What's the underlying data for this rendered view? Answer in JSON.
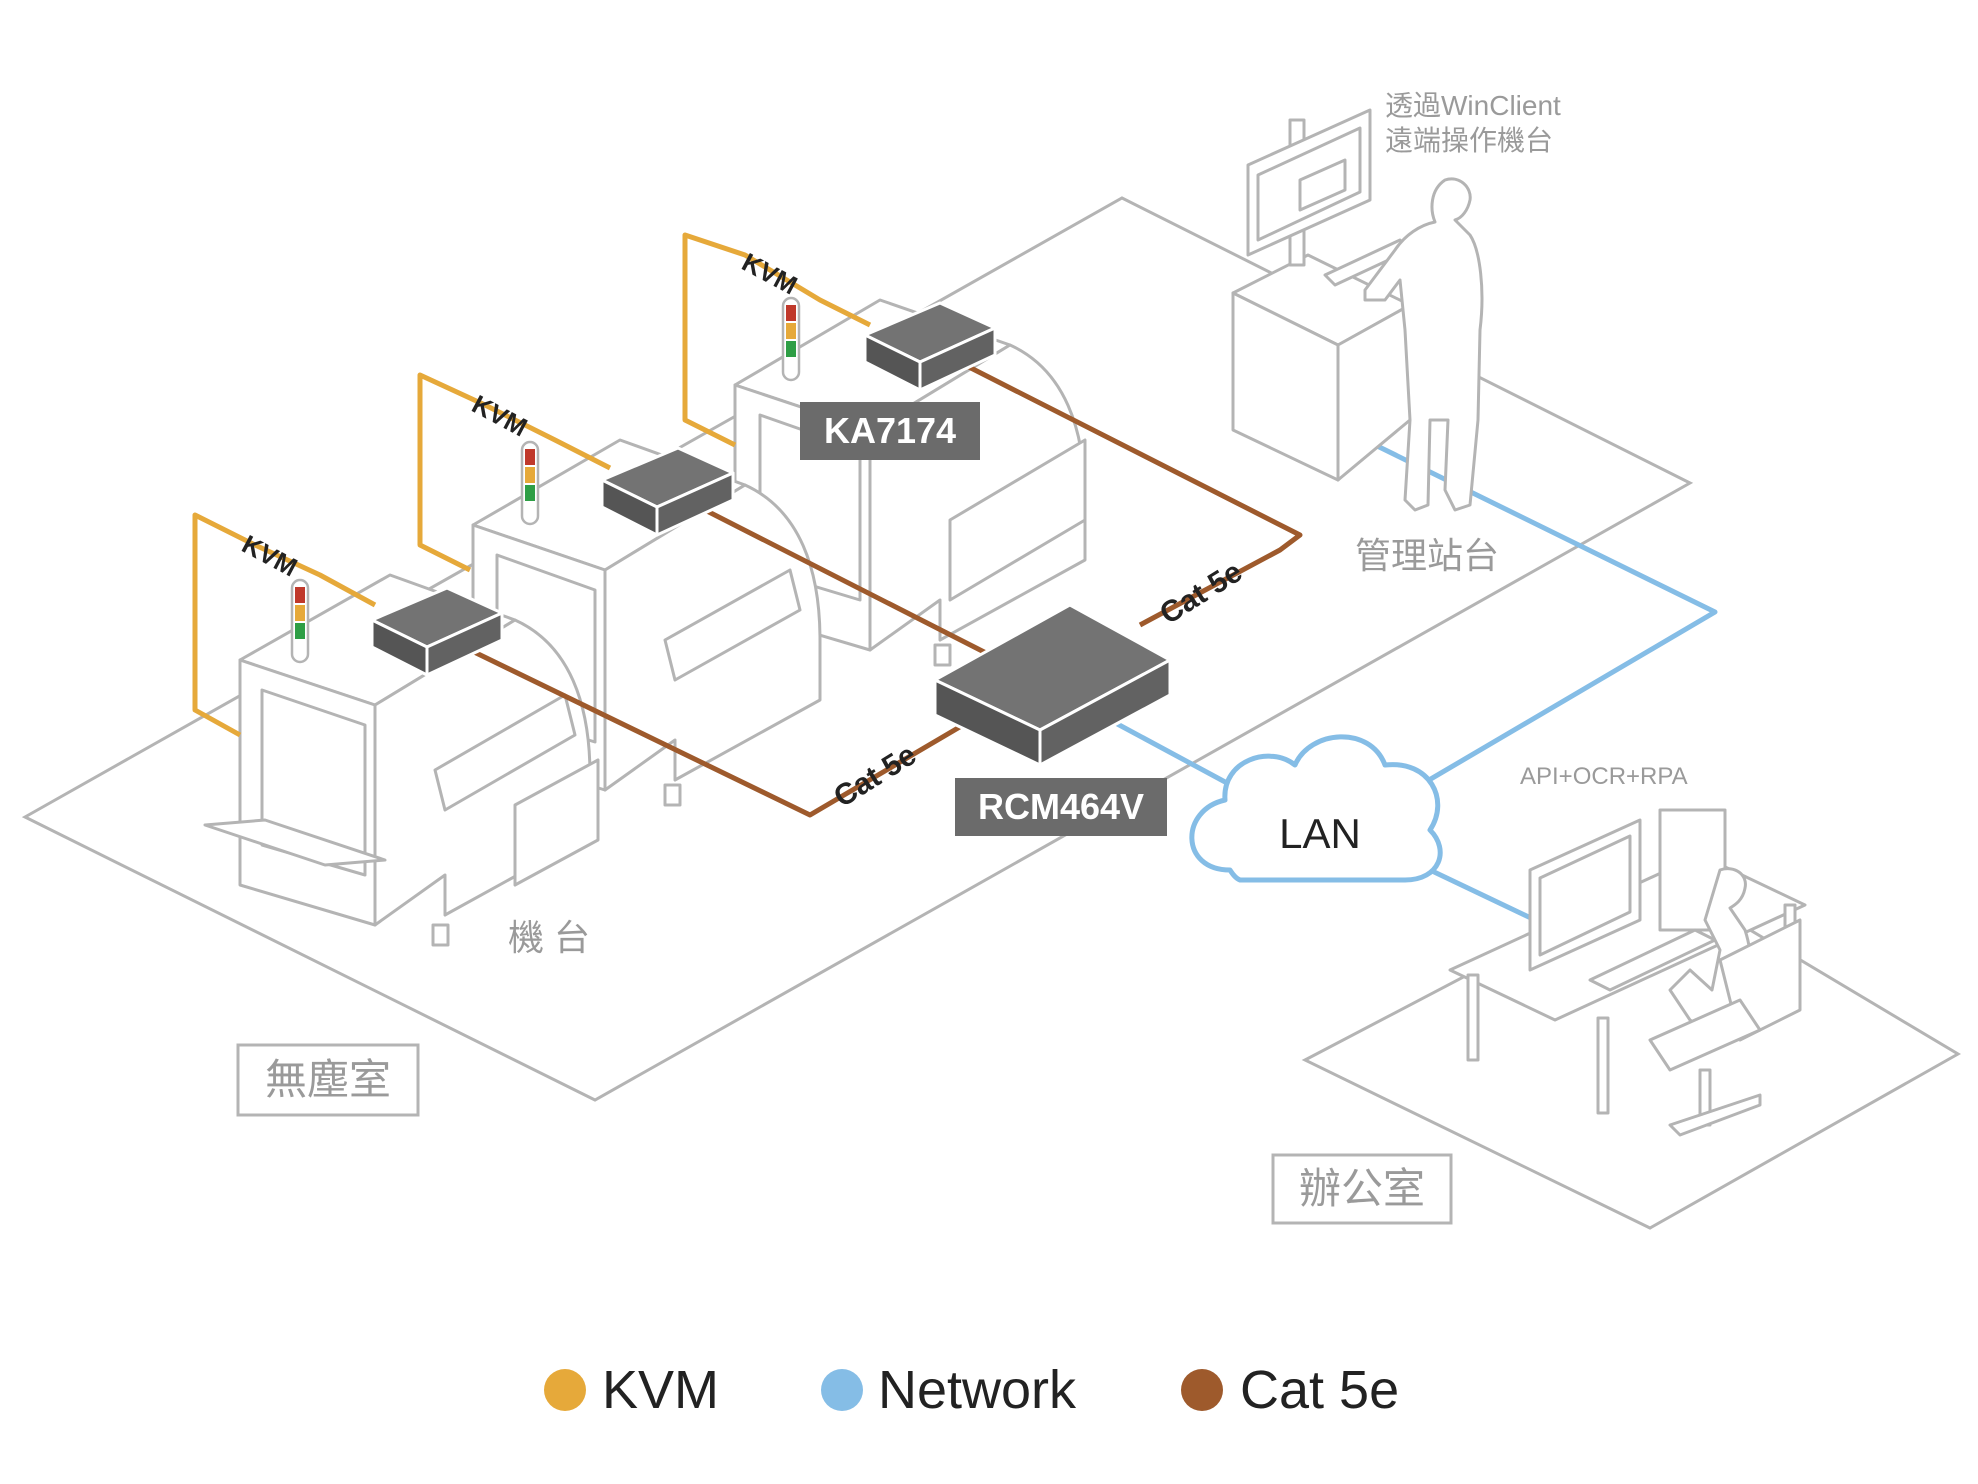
{
  "stations": {
    "operator_note_line1": "透過WinClient",
    "operator_note_line2": "遠端操作機台",
    "management_label": "管理站台",
    "office_app_label": "API+OCR+RPA"
  },
  "rooms": {
    "cleanroom": "無塵室",
    "office": "辦公室"
  },
  "machines": {
    "label": "機 台"
  },
  "devices": {
    "ka7174": "KA7174",
    "rcm464v": "RCM464V",
    "lan": "LAN"
  },
  "cables": {
    "kvm": "KVM",
    "cat5e": "Cat 5e"
  },
  "legend": {
    "items": [
      {
        "label": "KVM",
        "color": "#e6a93a"
      },
      {
        "label": "Network",
        "color": "#85bde6"
      },
      {
        "label": "Cat 5e",
        "color": "#9e5a2c"
      }
    ]
  },
  "colors": {
    "kvm": "#e6a93a",
    "network": "#85bde6",
    "cat5e": "#9e5a2c",
    "device": "#6b6b6b",
    "outline": "#b4b4b4"
  }
}
